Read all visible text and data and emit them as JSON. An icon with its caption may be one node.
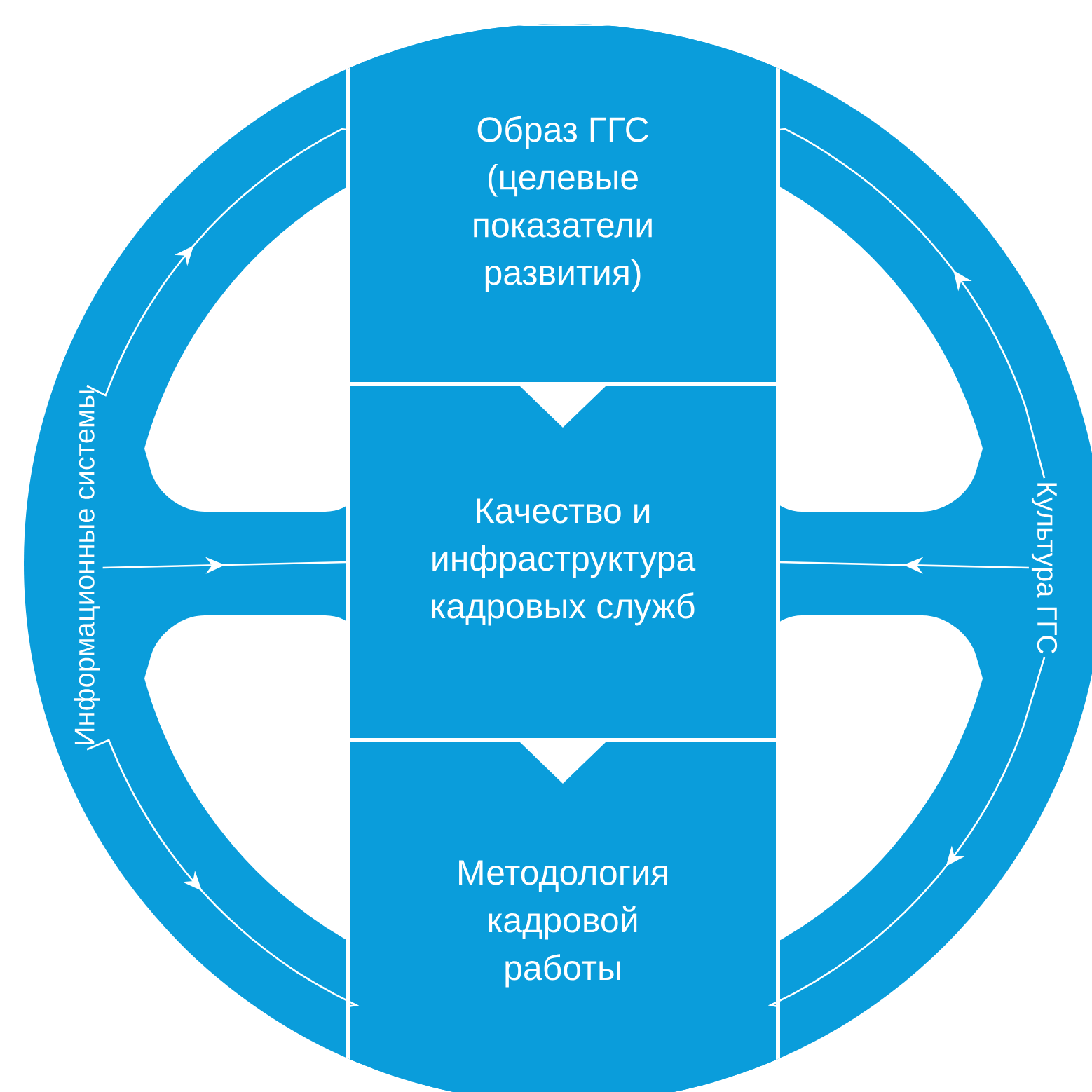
{
  "diagram": {
    "nodes": [
      {
        "text": [
          "Образ ГГС (целевые показатели развития)"
        ]
      },
      {
        "text": [
          "Качество и инфраструктура кадровых служб"
        ]
      },
      {
        "text": [
          "Методология кадровой работы"
        ]
      },
      {
        "text": [
          "Информационные системы"
        ]
      },
      {
        "text": [
          "Культура ГГС"
        ]
      }
    ],
    "edges": [
      {
        "from": 3,
        "to": 0,
        "arrow": "to"
      },
      {
        "from": 3,
        "to": 1,
        "arrow": "to"
      },
      {
        "from": 3,
        "to": 2,
        "arrow": "to"
      },
      {
        "from": 4,
        "to": 0,
        "arrow": "to"
      },
      {
        "from": 4,
        "to": 1,
        "arrow": "to"
      },
      {
        "from": 4,
        "to": 2,
        "arrow": "to"
      },
      {
        "from": 0,
        "to": 1,
        "arrow": "to"
      },
      {
        "from": 1,
        "to": 2,
        "arrow": "to"
      }
    ]
  }
}
